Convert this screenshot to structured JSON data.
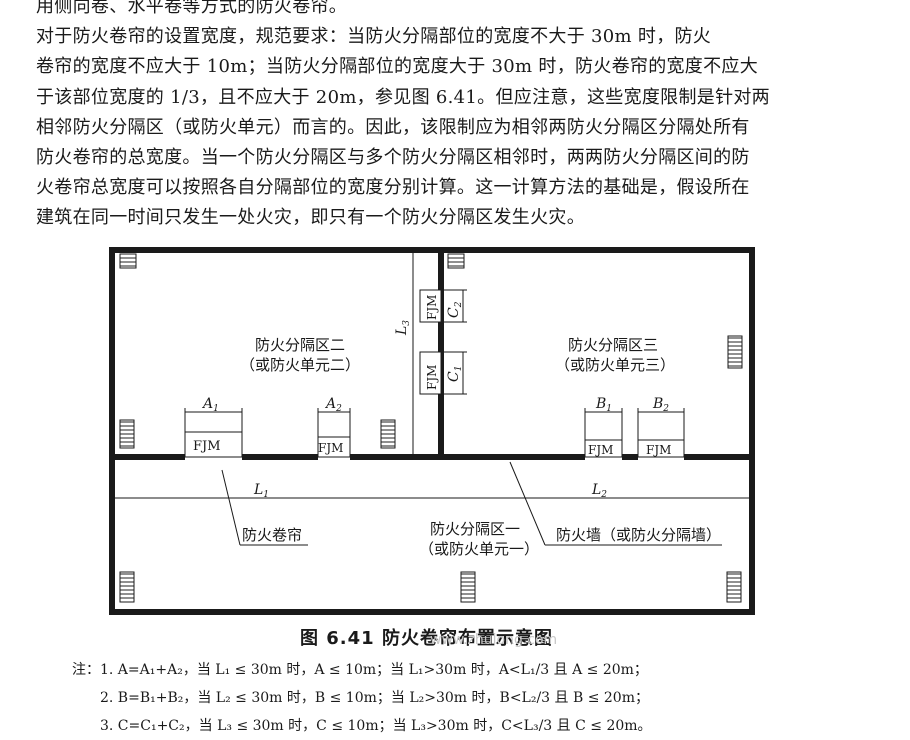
{
  "paragraph": {
    "lines": [
      "用侧向卷、水平卷等方式的防火卷帘。",
      "    对于防火卷帘的设置宽度，规范要求：当防火分隔部位的宽度不大于 30m 时，防火",
      "卷帘的宽度不应大于 10m；当防火分隔部位的宽度大于 30m 时，防火卷帘的宽度不应大",
      "于该部位宽度的 1/3，且不应大于 20m，参见图 6.41。但应注意，这些宽度限制是针对两",
      "相邻防火分隔区（或防火单元）而言的。因此，该限制应为相邻两防火分隔区分隔处所有",
      "防火卷帘的总宽度。当一个防火分隔区与多个防火分隔区相邻时，两两防火分隔区间的防",
      "火卷帘总宽度可以按照各自分隔部位的宽度分别计算。这一计算方法的基础是，假设所在",
      "建筑在同一时间只发生一处火灾，即只有一个防火分隔区发生火灾。"
    ]
  },
  "diagram": {
    "zone2_title": "防火分隔区二",
    "zone2_sub": "（或防火单元二）",
    "zone3_title": "防火分隔区三",
    "zone3_sub": "（或防火单元三）",
    "zone1_title": "防火分隔区一",
    "zone1_sub": "（或防火单元一）",
    "curtain_label": "防火卷帘",
    "wall_label": "防火墙（或防火分隔墙）",
    "fjm": "FJM",
    "dims": {
      "A1": "A",
      "A1_sub": "1",
      "A2": "A",
      "A2_sub": "2",
      "B1": "B",
      "B1_sub": "1",
      "B2": "B",
      "B2_sub": "2",
      "C1": "C",
      "C1_sub": "1",
      "C2": "C",
      "C2_sub": "2",
      "L1": "L",
      "L1_sub": "1",
      "L2": "L",
      "L2_sub": "2",
      "L3": "L",
      "L3_sub": "3"
    }
  },
  "caption": "图 6.41   防火卷帘布置示意图",
  "watermark": "www.zhulong.com",
  "notes": [
    "注：1.  A=A₁+A₂，当 L₁ ≤ 30m 时，A ≤ 10m；当 L₁>30m 时，A<L₁/3 且 A ≤ 20m；",
    "2.  B=B₁+B₂，当 L₂ ≤ 30m 时，B ≤ 10m；当 L₂>30m 时，B<L₂/3 且 B ≤ 20m；",
    "3.  C=C₁+C₂，当 L₃ ≤ 30m 时，C ≤ 10m；当 L₃>30m 时，C<L₃/3 且 C ≤ 20m。"
  ]
}
